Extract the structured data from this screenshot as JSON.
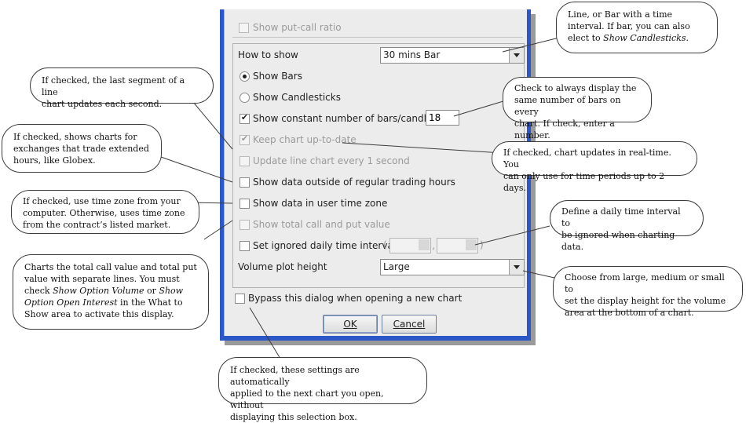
{
  "dialog": {
    "show_put_call": "Show put-call ratio",
    "how_to_show_label": "How to show",
    "how_to_show_value": "30 mins Bar",
    "show_bars": "Show Bars",
    "show_candles": "Show Candlesticks",
    "constant_bars": "Show constant number of bars/candles",
    "constant_bars_value": "18",
    "keep_up_to_date": "Keep chart up-to-date",
    "update_line": "Update line chart every 1 second",
    "outside_hours": "Show data outside of regular trading hours",
    "user_tz": "Show data in user time zone",
    "total_call_put": "Show total call and put value",
    "ignored_interval": "Set ignored daily time interval",
    "paren_open": "(",
    "comma": ",",
    "paren_close": ")",
    "volume_height_label": "Volume plot height",
    "volume_height_value": "Large",
    "bypass": "Bypass this dialog when opening a new chart",
    "ok": "OK",
    "cancel": "Cancel"
  },
  "callouts": {
    "line_bar": [
      "Line, or Bar with a time",
      "interval. If bar, you can also",
      "elect to "
    ],
    "line_bar_italic": "Show Candlesticks.",
    "last_segment": [
      "If checked, the last segment of a line",
      "chart updates each second."
    ],
    "extended_hours": [
      "If checked, shows charts for",
      "exchanges that trade extended",
      "hours, like Globex."
    ],
    "time_zone": [
      "If checked, use time zone from your",
      "computer. Otherwise, uses time zone",
      "from the contract’s listed market."
    ],
    "total_value_1": "Charts the total call value and total put",
    "total_value_2": "value with separate lines. You must",
    "total_value_3a": "check ",
    "total_value_3b": "Show Option Volume",
    "total_value_3c": " or ",
    "total_value_3d": "Show",
    "total_value_4a": "Option Open Interest",
    "total_value_4b": "  in the What to",
    "total_value_5": "Show area to activate this display.",
    "constant": [
      "Check to always display the",
      "same number of bars on every",
      "chart. If check, enter a number."
    ],
    "realtime": [
      "If checked, chart updates in real-time. You",
      "can only use for time periods up to 2 days."
    ],
    "ignored": [
      "Define a daily time interval to",
      "be ignored when charting data."
    ],
    "volume": [
      "Choose from large, medium or small to",
      "set the display height for the volume",
      "area at the bottom of a chart."
    ],
    "bypass": [
      "If checked, these settings are automatically",
      "applied to the next chart you open, without",
      "displaying this selection box."
    ]
  }
}
